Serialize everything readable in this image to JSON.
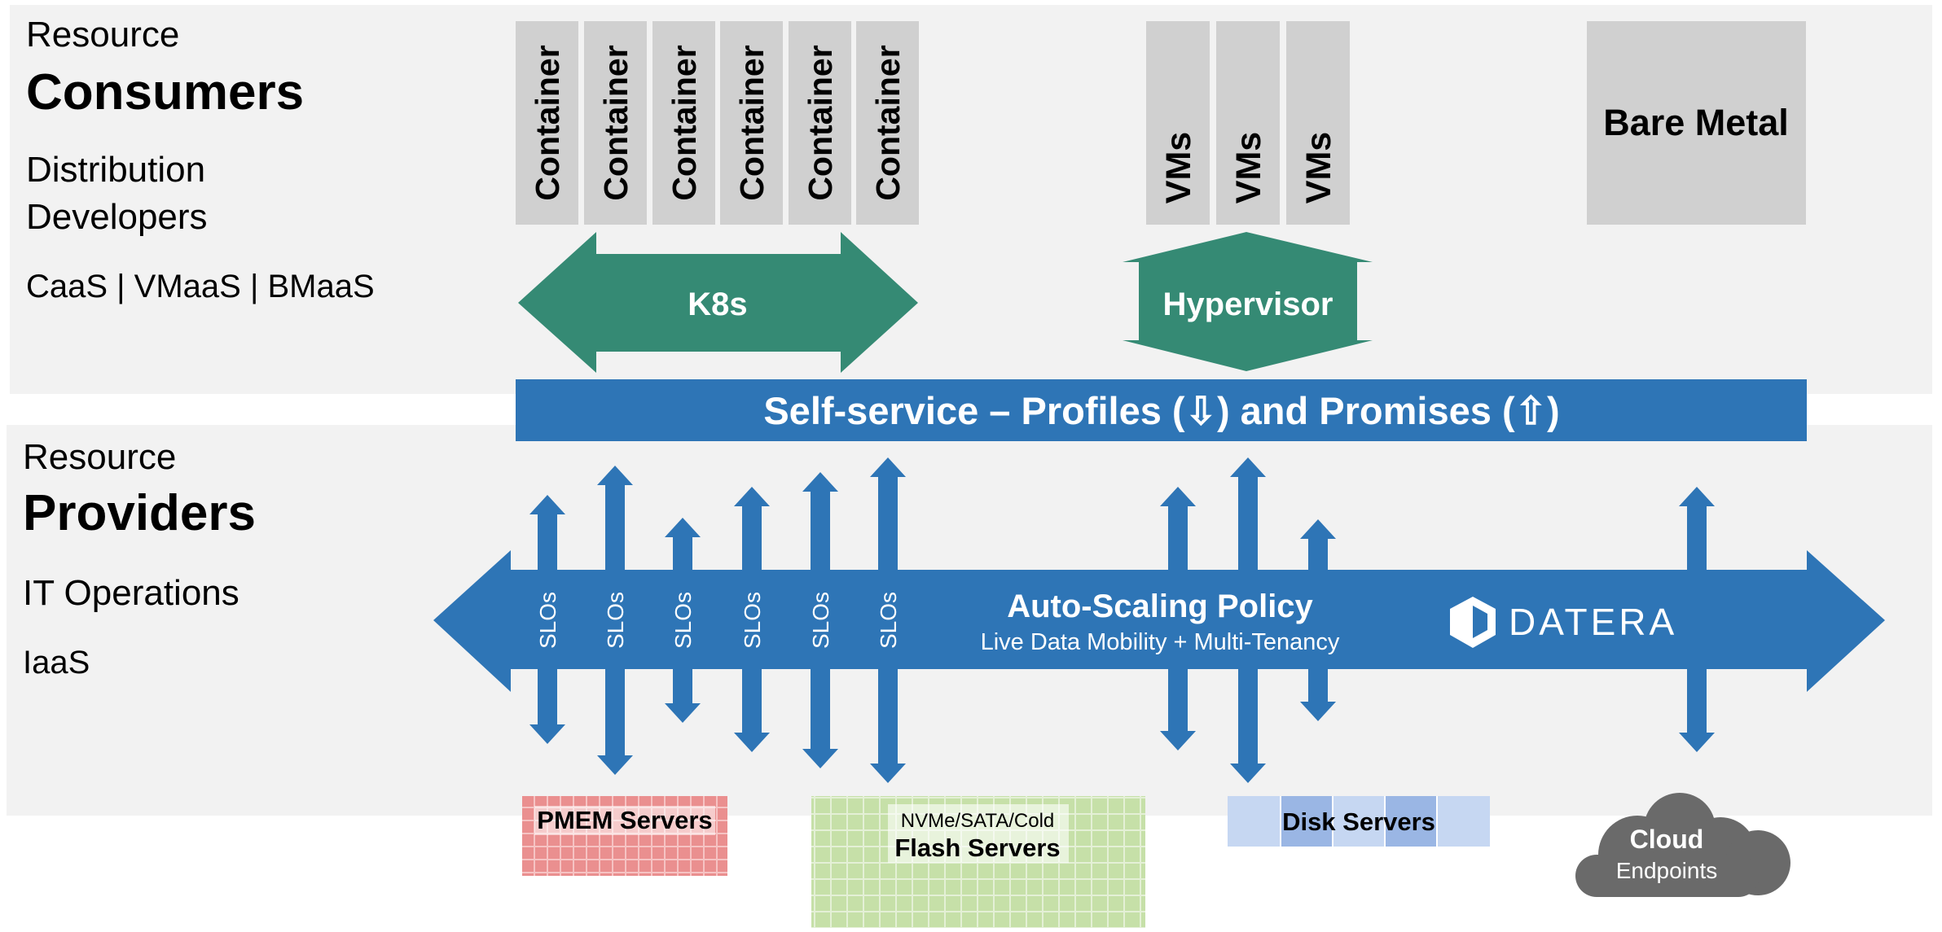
{
  "consumers": {
    "heading_small": "Resource",
    "heading_big": "Consumers",
    "line1": "Distribution",
    "line2": "Developers",
    "services": "CaaS | VMaaS | BMaaS"
  },
  "providers": {
    "heading_small": "Resource",
    "heading_big": "Providers",
    "line1": "IT Operations",
    "services": "IaaS"
  },
  "containers": [
    "Container",
    "Container",
    "Container",
    "Container",
    "Container",
    "Container"
  ],
  "vms": [
    "VMs",
    "VMs",
    "VMs"
  ],
  "bare_metal": "Bare Metal",
  "k8s": "K8s",
  "hypervisor": "Hypervisor",
  "self_service": "Self-service – Profiles (⇩) and Promises (⇧)",
  "slos": [
    "SLOs",
    "SLOs",
    "SLOs",
    "SLOs",
    "SLOs",
    "SLOs"
  ],
  "policy": {
    "title": "Auto-Scaling Policy",
    "subtitle": "Live Data Mobility + Multi-Tenancy"
  },
  "brand": "DATERA",
  "servers": {
    "pmem": "PMEM Servers",
    "flash_top": "NVMe/SATA/Cold",
    "flash_bottom": "Flash Servers",
    "disk": "Disk Servers"
  },
  "cloud": {
    "line1": "Cloud",
    "line2": "Endpoints"
  },
  "colors": {
    "panel": "#f2f2f2",
    "tile": "#d0d0d0",
    "green": "#358a74",
    "blue": "#2e75b6",
    "pmem_red": "#e06060",
    "flash_green": "#8dc060",
    "disk_blue": "#aec6ec",
    "cloud": "#6a6a6a"
  }
}
